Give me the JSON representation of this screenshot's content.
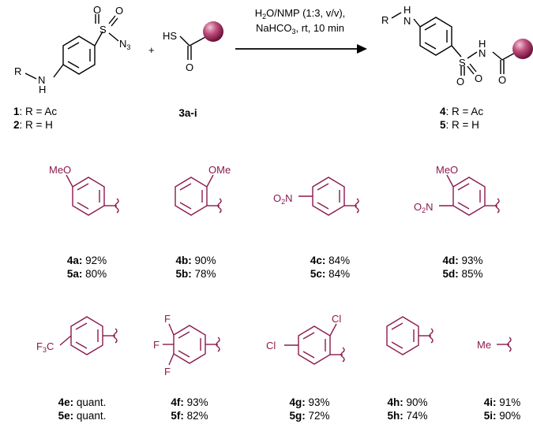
{
  "reaction": {
    "conditions_line1": "H2O/NMP (1:3, v/v),",
    "conditions_line2": "NaHCO3, rt, 10 min",
    "plus": "+",
    "reagent_label": "3a-i",
    "product_labels": [
      {
        "id": "4",
        "text": ": R = Ac"
      },
      {
        "id": "5",
        "text": ": R = H"
      }
    ],
    "sm_labels": [
      {
        "id": "1",
        "text": ": R = Ac"
      },
      {
        "id": "2",
        "text": ": R = H"
      }
    ]
  },
  "products": [
    {
      "a": {
        "id": "4a",
        "yield": "92%"
      },
      "b": {
        "id": "5a",
        "yield": "80%"
      }
    },
    {
      "a": {
        "id": "4b",
        "yield": "90%"
      },
      "b": {
        "id": "5b",
        "yield": "78%"
      }
    },
    {
      "a": {
        "id": "4c",
        "yield": "84%"
      },
      "b": {
        "id": "5c",
        "yield": "84%"
      }
    },
    {
      "a": {
        "id": "4d",
        "yield": "93%"
      },
      "b": {
        "id": "5d",
        "yield": "85%"
      }
    },
    {
      "a": {
        "id": "4e",
        "yield": "quant."
      },
      "b": {
        "id": "5e",
        "yield": "quant."
      }
    },
    {
      "a": {
        "id": "4f",
        "yield": "93%"
      },
      "b": {
        "id": "5f",
        "yield": "82%"
      }
    },
    {
      "a": {
        "id": "4g",
        "yield": "93%"
      },
      "b": {
        "id": "5g",
        "yield": "72%"
      }
    },
    {
      "a": {
        "id": "4h",
        "yield": "90%"
      },
      "b": {
        "id": "5h",
        "yield": "74%"
      }
    },
    {
      "a": {
        "id": "4i",
        "yield": "91%"
      },
      "b": {
        "id": "5i",
        "yield": "90%"
      }
    }
  ],
  "colors": {
    "substituent": "#8b1a4d",
    "bond": "#000000"
  }
}
